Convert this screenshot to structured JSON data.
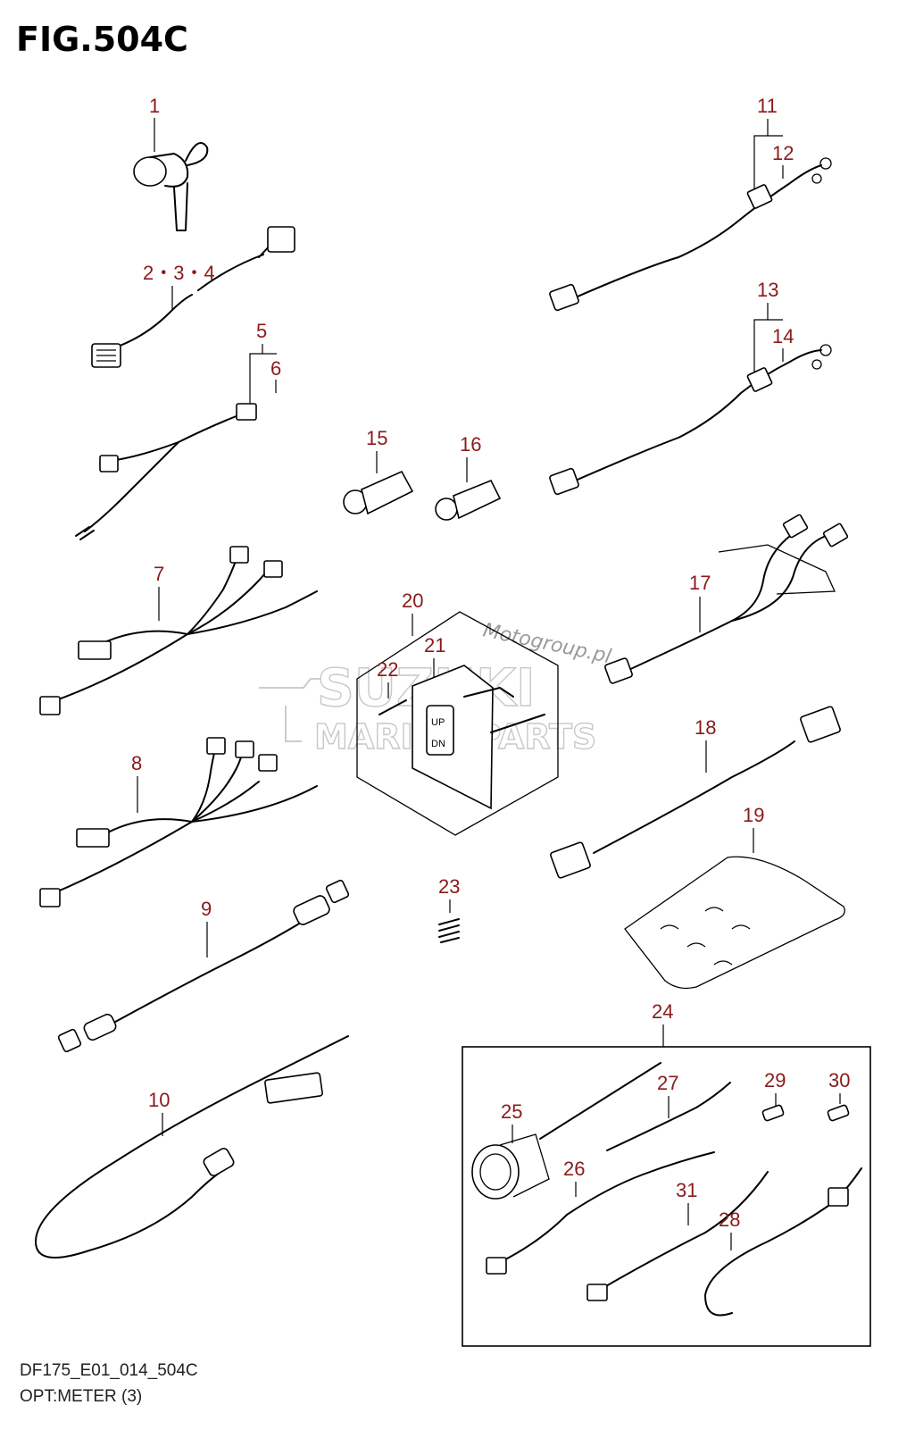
{
  "figure": {
    "title": "FIG.504C",
    "code": "DF175_E01_014_504C",
    "name": "OPT:METER (3)"
  },
  "watermark": {
    "site": "Motogroup.pl",
    "brand": "SUZUKI",
    "sub": "MARINE PARTS"
  },
  "callouts": {
    "c1": "1",
    "c234": "2・3・4",
    "c5": "5",
    "c6": "6",
    "c7": "7",
    "c8": "8",
    "c9": "9",
    "c10": "10",
    "c11": "11",
    "c12": "12",
    "c13": "13",
    "c14": "14",
    "c15": "15",
    "c16": "16",
    "c17": "17",
    "c18": "18",
    "c19": "19",
    "c20": "20",
    "c21": "21",
    "c22": "22",
    "c23": "23",
    "c24": "24",
    "c25": "25",
    "c26": "26",
    "c27": "27",
    "c28": "28",
    "c29": "29",
    "c30": "30",
    "c31": "31"
  },
  "switch": {
    "up": "UP",
    "dn": "DN"
  }
}
